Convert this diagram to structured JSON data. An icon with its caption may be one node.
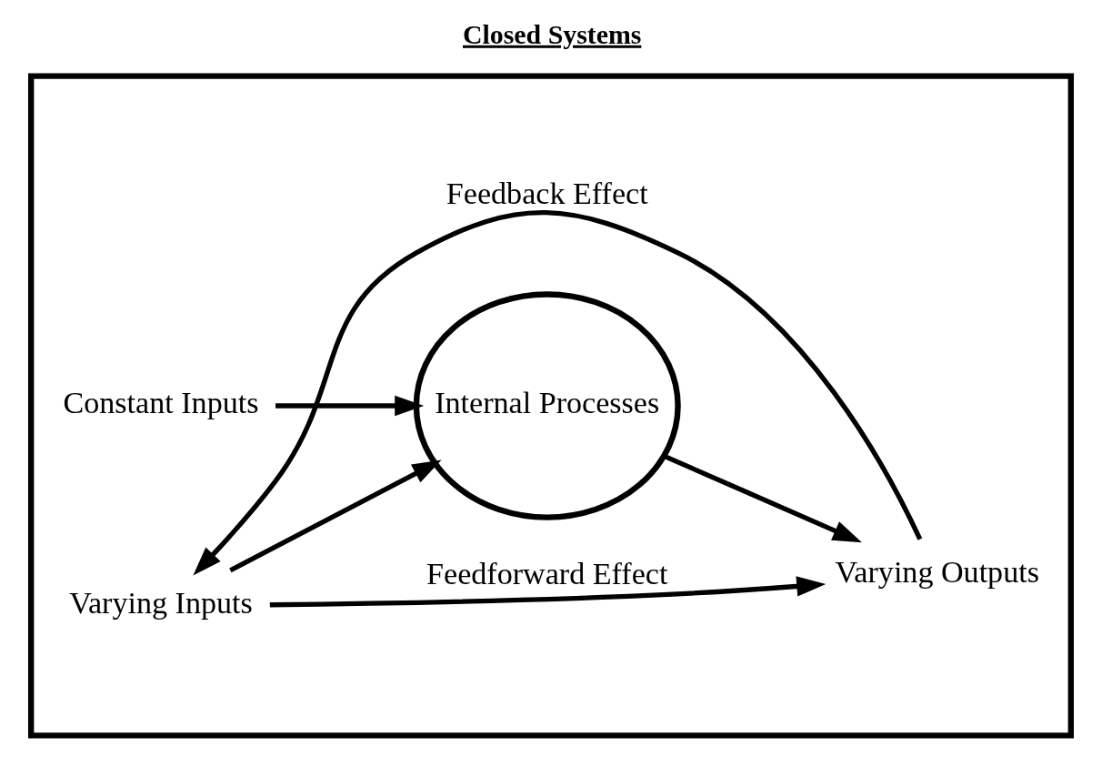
{
  "diagram": {
    "title": "Closed Systems",
    "nodes": [
      {
        "text": [],
        "shape": "box"
      },
      {
        "text": [
          "Constant Inputs"
        ],
        "in": 0
      },
      {
        "text": [
          "Varying Inputs"
        ],
        "in": 0
      },
      {
        "text": [
          "Internal Processes"
        ],
        "in": 0
      },
      {
        "text": [
          "Varying Outputs"
        ],
        "in": 0
      }
    ],
    "edges": [
      {
        "from": 1,
        "to": 3,
        "arrow": "to"
      },
      {
        "from": 2,
        "to": 3,
        "arrow": "to"
      },
      {
        "from": 3,
        "to": 4,
        "arrow": "to"
      },
      {
        "from": 2,
        "to": 4,
        "arrow": "to",
        "label": "Feedforward Effect"
      },
      {
        "from": 4,
        "to": 2,
        "arrow": "to",
        "label": "Feedback Effect"
      }
    ]
  }
}
